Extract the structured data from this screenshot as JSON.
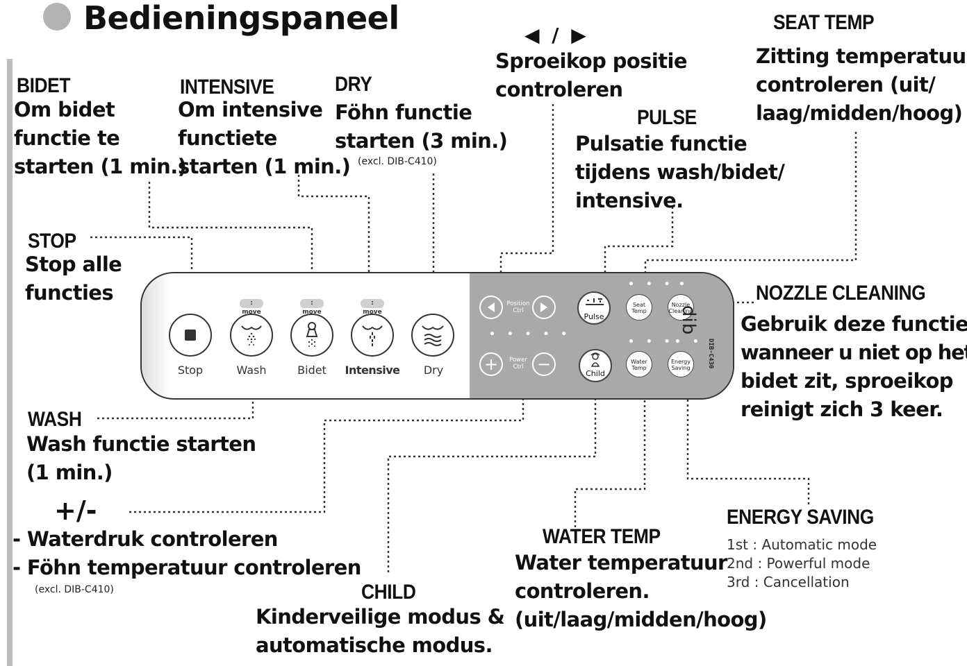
{
  "title": "Bedieningspaneel",
  "labels": {
    "bidet": {
      "head": "BIDET",
      "lines": [
        "Om bidet",
        "functie te",
        "starten (1 min.)"
      ]
    },
    "intensive": {
      "head": "INTENSIVE",
      "lines": [
        "Om intensive",
        "functiete",
        "starten (1 min.)"
      ]
    },
    "dry": {
      "head": "DRY",
      "lines": [
        "Föhn functie",
        "starten (3 min.)"
      ],
      "note": "(excl. DIB-C410)"
    },
    "position": {
      "head": "◀ / ▶",
      "lines": [
        "Sproeikop positie",
        "controleren"
      ]
    },
    "pulse": {
      "head": "PULSE",
      "lines": [
        "Pulsatie functie",
        "tijdens wash/bidet/",
        "intensive."
      ]
    },
    "seat_temp": {
      "head": "SEAT TEMP",
      "lines": [
        "Zitting temperatuur",
        "controleren (uit/",
        "laag/midden/hoog)"
      ]
    },
    "stop": {
      "head": "STOP",
      "lines": [
        "Stop alle",
        "functies"
      ]
    },
    "nozzle_cleaning": {
      "head": "NOZZLE CLEANING",
      "lines": [
        "Gebruik deze functie",
        "wanneer u niet op het",
        "bidet zit, sproeikop",
        "reinigt zich 3 keer."
      ]
    },
    "wash": {
      "head": "WASH",
      "lines": [
        "Wash functie starten",
        "(1 min.)"
      ]
    },
    "plus_minus": {
      "head": "+/-",
      "lines": [
        "- Waterdruk controleren",
        "- Föhn temperatuur controleren"
      ],
      "note": "(excl. DIB-C410)"
    },
    "child": {
      "head": "CHILD",
      "lines": [
        "Kinderveilige modus &",
        "automatische modus."
      ]
    },
    "water_temp": {
      "head": "WATER TEMP",
      "lines": [
        "Water temperatuur",
        "controleren.",
        "(uit/laag/midden/hoog)"
      ]
    },
    "energy_saving": {
      "head": "ENERGY SAVING",
      "modes": [
        "1st : Automatic mode",
        "2nd : Powerful mode",
        "3rd : Cancellation"
      ]
    }
  },
  "panel": {
    "buttons": {
      "stop": "Stop",
      "wash": "Wash",
      "bidet": "Bidet",
      "intensive": "Intensive",
      "dry": "Dry",
      "move_tag": ": move",
      "position_ctrl": [
        "Position",
        "Ctrl"
      ],
      "power_ctrl": [
        "Power",
        "Ctrl"
      ],
      "pulse": "Pulse",
      "child": "Child",
      "seat_temp": [
        "Seat",
        "Temp"
      ],
      "nozzle_cleaning": [
        "Nozzle",
        "Cleaning"
      ],
      "water_temp": [
        "Water",
        "Temp"
      ],
      "energy_saving": [
        "Energy",
        "Saving"
      ]
    },
    "brand": "dib",
    "model": "DIB-C430",
    "colors": {
      "panel_left": "#ffffff",
      "panel_right": "#a9a9a9",
      "outline": "#333333"
    }
  }
}
